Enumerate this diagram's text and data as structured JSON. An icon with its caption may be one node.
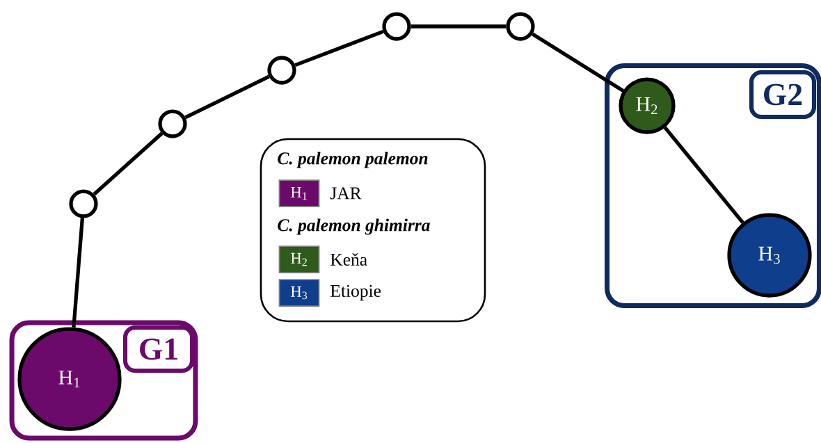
{
  "diagram": {
    "nodes": [
      {
        "text": [],
        "shape": "circle"
      },
      {
        "text": [],
        "shape": "circle"
      },
      {
        "text": [],
        "shape": "circle"
      },
      {
        "text": [],
        "shape": "circle"
      },
      {
        "text": [],
        "shape": "circle"
      },
      {
        "text": [],
        "shape": "box"
      },
      {
        "text": [
          "G2"
        ],
        "in": 5
      },
      {
        "text": [
          "H$_{2}$"
        ],
        "in": 5
      },
      {
        "text": [
          "H$_{3}$"
        ],
        "in": 5
      },
      {
        "text": [],
        "shape": "box"
      },
      {
        "text": [
          "G1"
        ],
        "in": 9
      },
      {
        "text": [
          "H$_{1}$"
        ],
        "in": 9
      }
    ],
    "edges": [
      {
        "from": 11,
        "to": 0,
        "arrow": "none"
      },
      {
        "from": 0,
        "to": 1,
        "arrow": "none"
      },
      {
        "from": 1,
        "to": 2,
        "arrow": "none"
      },
      {
        "from": 2,
        "to": 3,
        "arrow": "none"
      },
      {
        "from": 3,
        "to": 4,
        "arrow": "none"
      },
      {
        "from": 4,
        "to": 7,
        "arrow": "none"
      },
      {
        "from": 7,
        "to": 8,
        "arrow": "none"
      }
    ],
    "labels": [
      "C. palemon palemon",
      "H$_{1}$",
      "C. palemon ghimirra",
      "H$_{2}$",
      "H$_{3}$"
    ],
    "legend": [
      {
        "text": "JAR",
        "color": "#6b0a6b"
      },
      {
        "text": "Keňa",
        "color": "#2e5a1b"
      },
      {
        "text": "Etiopie",
        "color": "#0e3e8c"
      }
    ]
  }
}
